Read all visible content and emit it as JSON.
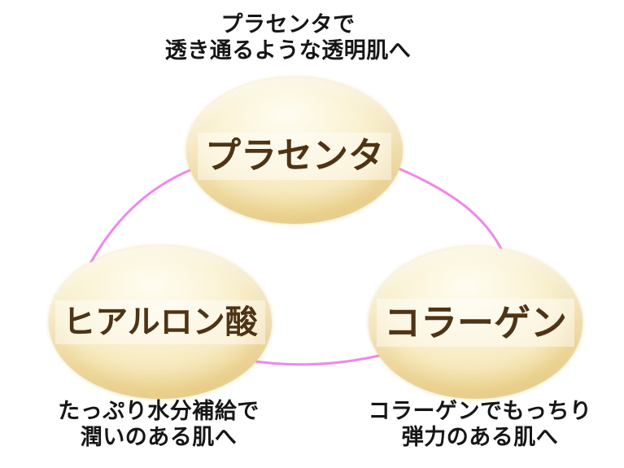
{
  "colors": {
    "background": "#ffffff",
    "ring": "#ef87ec",
    "bubble_edge": "#dcb54b",
    "bubble_mid": "#f7eabf",
    "bubble_highlight": "#fffdf1",
    "label_text": "#4e3315",
    "caption_text": "#161616"
  },
  "captions": {
    "top": {
      "line1": "プラセンタで",
      "line2": "透き通るような透明肌へ"
    },
    "bottom_left": {
      "line1": "たっぷり水分補給で",
      "line2": "潤いのある肌へ"
    },
    "bottom_right": {
      "line1": "コラーゲンでもっちり",
      "line2": "弾力のある肌へ"
    }
  },
  "nodes": [
    {
      "id": "placenta",
      "label": "プラセンタ"
    },
    {
      "id": "hyaluronic-acid",
      "label": "ヒアルロン酸"
    },
    {
      "id": "collagen",
      "label": "コラーゲン"
    }
  ]
}
